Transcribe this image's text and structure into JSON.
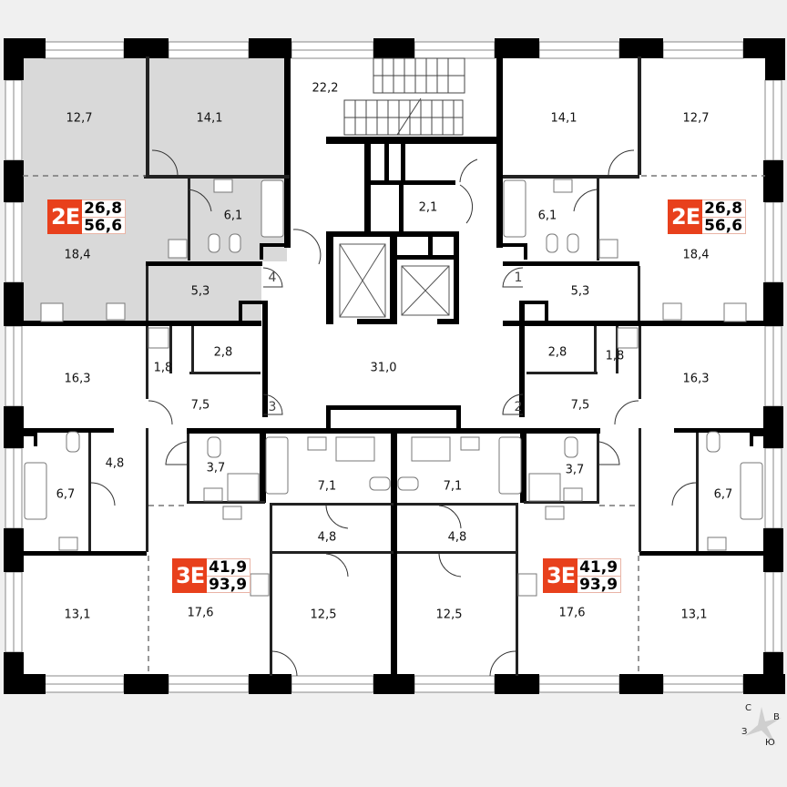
{
  "plan": {
    "background": "#f0f0f0",
    "selected_fill": "#d9d9d9",
    "badge_color": "#e8401c"
  },
  "apartments": [
    {
      "id": "apt-4",
      "type": "2Е",
      "living_area": "26,8",
      "total_area": "56,6",
      "selected": true,
      "rooms": [
        "12,7",
        "14,1",
        "6,1",
        "18,4",
        "5,3"
      ]
    },
    {
      "id": "apt-1",
      "type": "2Е",
      "living_area": "26,8",
      "total_area": "56,6",
      "selected": false,
      "rooms": [
        "14,1",
        "12,7",
        "6,1",
        "18,4",
        "5,3"
      ]
    },
    {
      "id": "apt-3",
      "type": "3Е",
      "living_area": "41,9",
      "total_area": "93,9",
      "selected": false,
      "rooms": [
        "16,3",
        "1,8",
        "2,8",
        "7,5",
        "4,8",
        "6,7",
        "3,7",
        "7,1",
        "4,8",
        "13,1",
        "17,6",
        "12,5"
      ]
    },
    {
      "id": "apt-2",
      "type": "3Е",
      "living_area": "41,9",
      "total_area": "93,9",
      "selected": false,
      "rooms": [
        "2,8",
        "1,8",
        "16,3",
        "7,5",
        "7,1",
        "3,7",
        "6,7",
        "4,8",
        "12,5",
        "17,6",
        "13,1"
      ]
    }
  ],
  "common": {
    "stairwell": "22,2",
    "utility": "2,1",
    "hall": "31,0"
  },
  "door_numbers": [
    "1",
    "2",
    "3",
    "4"
  ],
  "compass": {
    "north": "С",
    "east": "В",
    "south": "Ю",
    "west": "З"
  }
}
